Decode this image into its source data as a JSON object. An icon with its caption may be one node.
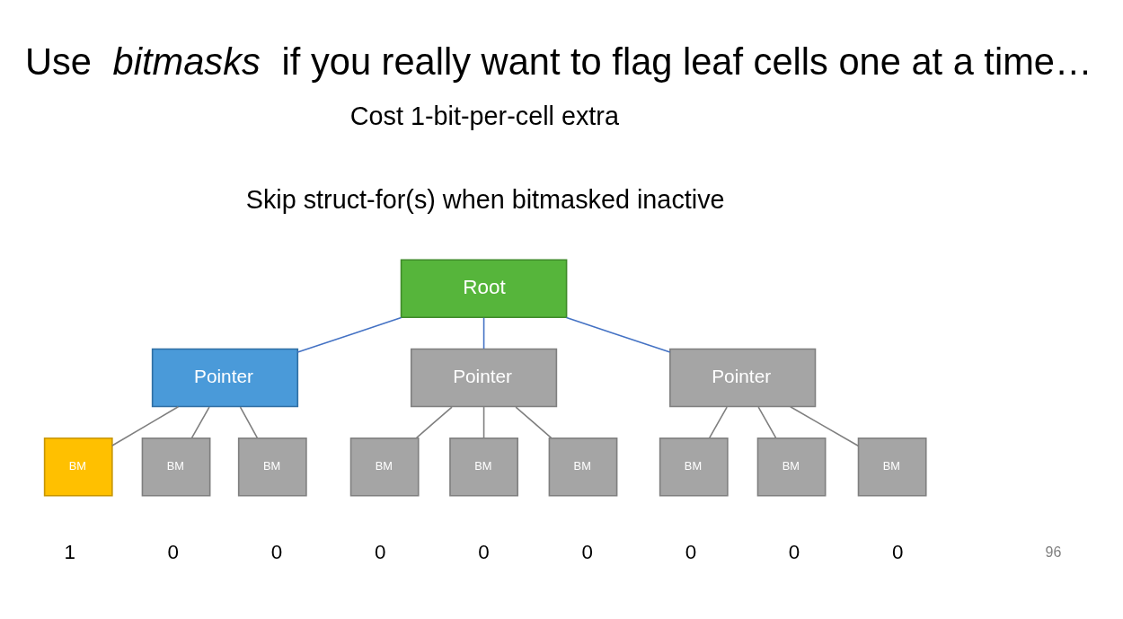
{
  "diagram": {
    "title": "Use *bitmasks* if you really want to flag leaf cells one at a time…",
    "nodes": [
      {
        "text": [
          "Root"
        ]
      },
      {
        "text": [
          "Pointer"
        ]
      },
      {
        "text": [
          "Pointer"
        ]
      },
      {
        "text": [
          "Pointer"
        ]
      },
      {
        "text": [
          "BM"
        ],
        "beside": [
          "1"
        ]
      },
      {
        "text": [
          "BM"
        ],
        "beside": [
          "0"
        ]
      },
      {
        "text": [
          "BM"
        ],
        "beside": [
          "0"
        ]
      },
      {
        "text": [
          "BM"
        ],
        "beside": [
          "0"
        ]
      },
      {
        "text": [
          "BM"
        ],
        "beside": [
          "0"
        ]
      },
      {
        "text": [
          "BM"
        ],
        "beside": [
          "0"
        ]
      },
      {
        "text": [
          "BM"
        ],
        "beside": [
          "0"
        ]
      },
      {
        "text": [
          "BM"
        ],
        "beside": [
          "0"
        ]
      },
      {
        "text": [
          "BM"
        ],
        "beside": [
          "0"
        ]
      }
    ],
    "edges": [
      {
        "from": 0,
        "to": 1,
        "arrow": "none",
        "color": "#4472c4"
      },
      {
        "from": 0,
        "to": 2,
        "arrow": "none",
        "color": "#4472c4"
      },
      {
        "from": 0,
        "to": 3,
        "arrow": "none",
        "color": "#4472c4"
      },
      {
        "from": 1,
        "to": 4,
        "arrow": "none"
      },
      {
        "from": 1,
        "to": 5,
        "arrow": "none"
      },
      {
        "from": 1,
        "to": 6,
        "arrow": "none"
      },
      {
        "from": 2,
        "to": 7,
        "arrow": "none"
      },
      {
        "from": 2,
        "to": 8,
        "arrow": "none"
      },
      {
        "from": 2,
        "to": 9,
        "arrow": "none"
      },
      {
        "from": 3,
        "to": 10,
        "arrow": "none"
      },
      {
        "from": 3,
        "to": 11,
        "arrow": "none"
      },
      {
        "from": 3,
        "to": 12,
        "arrow": "none"
      }
    ],
    "labels": [
      "Cost 1-bit-per-cell extra",
      "Skip struct-for(s) when bitmasked inactive",
      "96"
    ]
  }
}
